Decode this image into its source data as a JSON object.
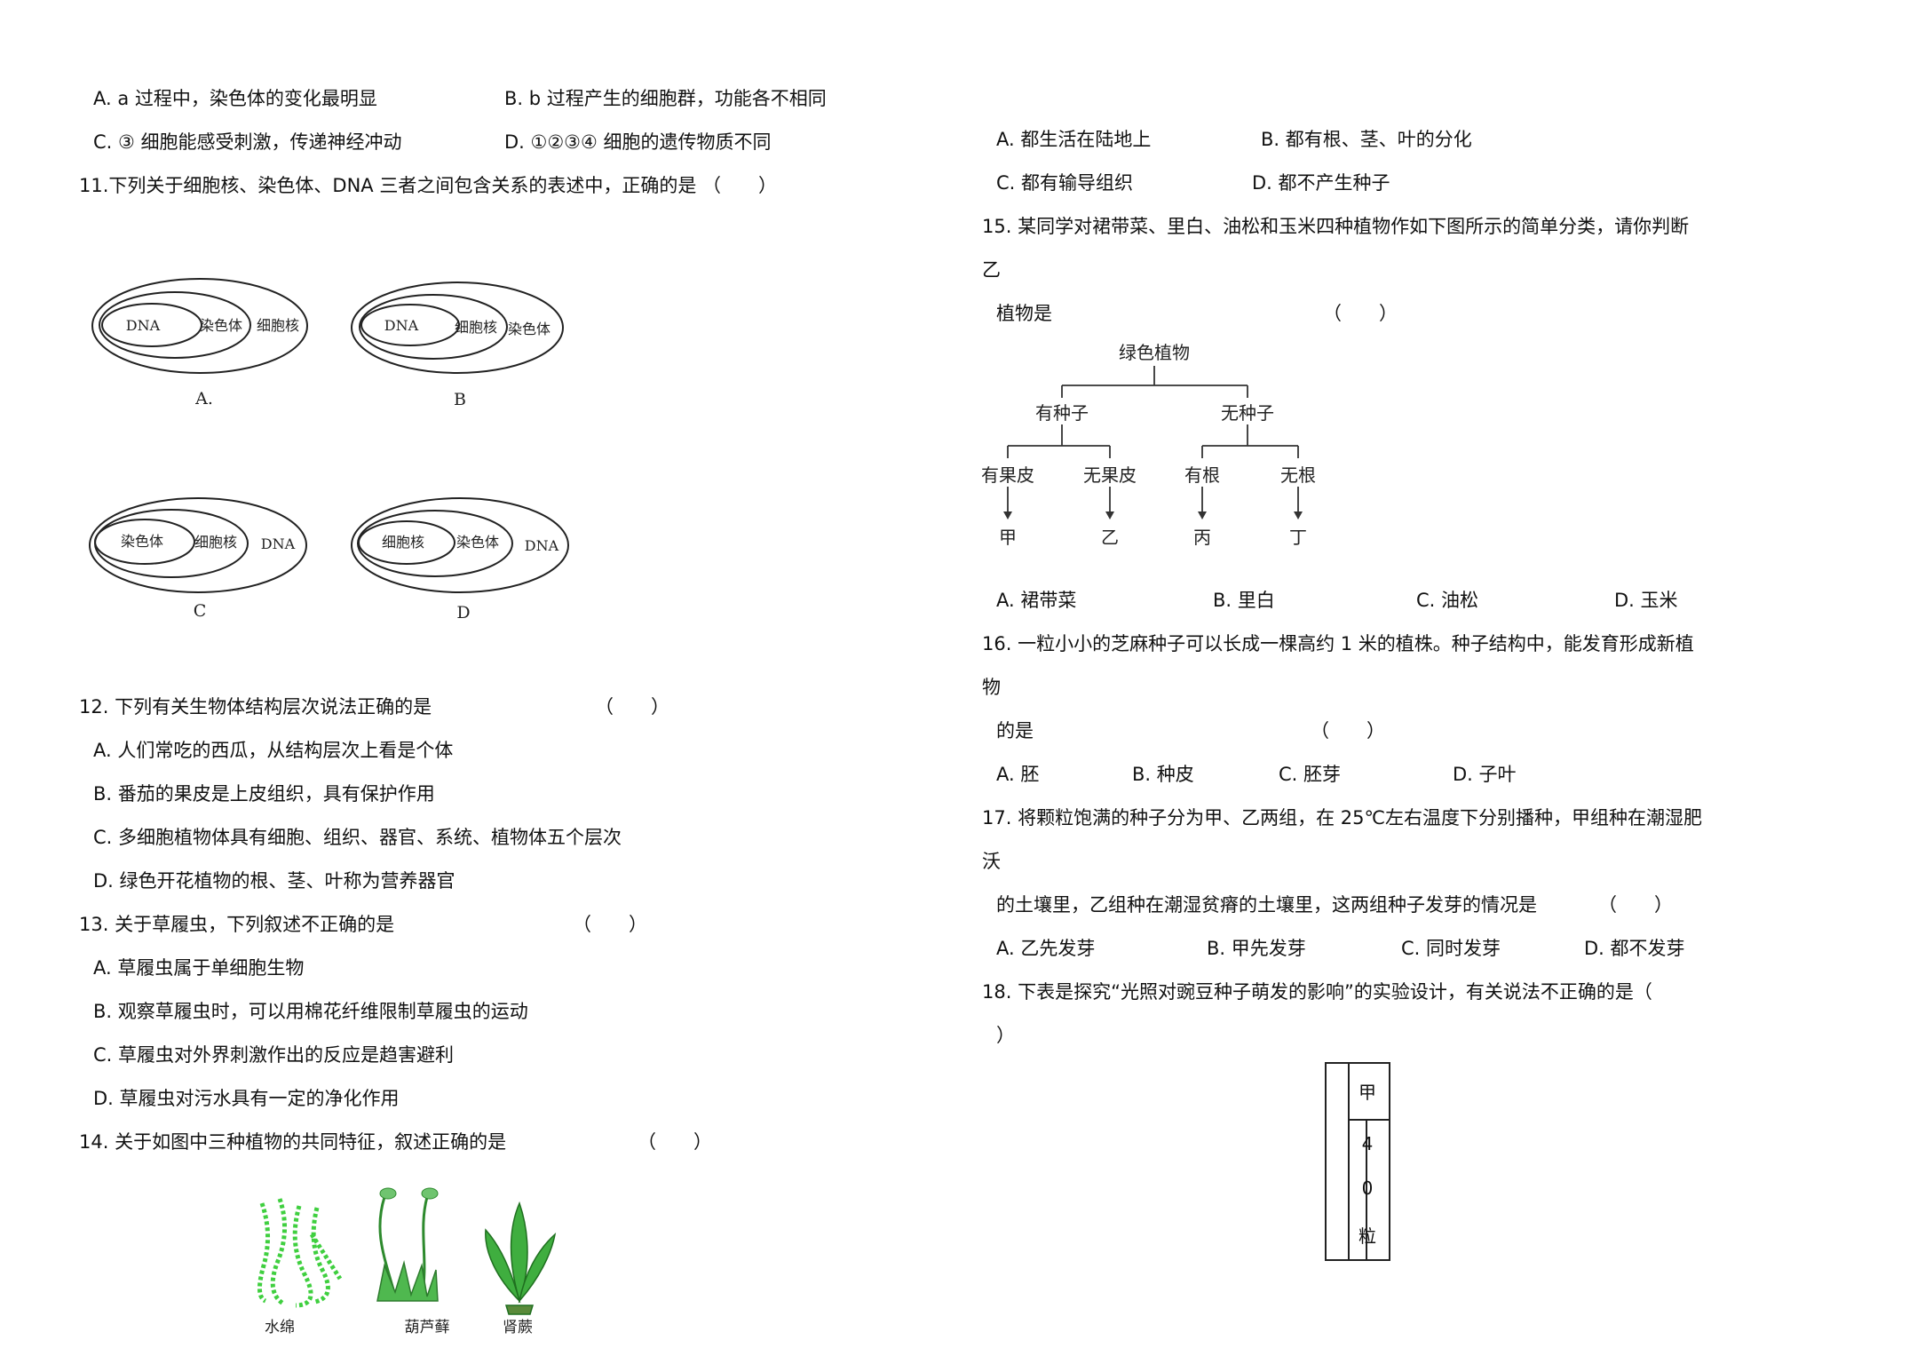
{
  "left_column": {
    "q10_options": {
      "a": "A. a 过程中，染色体的变化最明显",
      "b": "B. b 过程产生的细胞群，功能各不相同",
      "c": "C. ③ 细胞能感受刺激，传递神经冲动",
      "d": "D. ①②③④ 细胞的遗传物质不同"
    },
    "q11": {
      "stem": "11.下列关于细胞核、染色体、DNA 三者之间包含关系的表述中，正确的是 （　　）",
      "diagrams": [
        {
          "label": "A.",
          "inner": "DNA",
          "middle": "染色体",
          "outer": "细胞核"
        },
        {
          "label": "B",
          "inner": "DNA",
          "middle": "细胞核",
          "outer": "染色体"
        },
        {
          "label": "C",
          "inner": "染色体",
          "middle": "细胞核",
          "outer": "DNA"
        },
        {
          "label": "D",
          "inner": "细胞核",
          "middle": "染色体",
          "outer": "DNA"
        }
      ]
    },
    "q12": {
      "stem": "12. 下列有关生物体结构层次说法正确的是",
      "paren": "（　　）",
      "a": "A. 人们常吃的西瓜，从结构层次上看是个体",
      "b": "B. 番茄的果皮是上皮组织，具有保护作用",
      "c": "C. 多细胞植物体具有细胞、组织、器官、系统、植物体五个层次",
      "d": "D. 绿色开花植物的根、茎、叶称为营养器官"
    },
    "q13": {
      "stem": "13. 关于草履虫，下列叙述不正确的是",
      "paren": "（　　）",
      "a": "A. 草履虫属于单细胞生物",
      "b": "B. 观察草履虫时，可以用棉花纤维限制草履虫的运动",
      "c": "C. 草履虫对外界刺激作出的反应是趋害避利",
      "d": "D. 草履虫对污水具有一定的净化作用"
    },
    "q14": {
      "stem": "14. 关于如图中三种植物的共同特征，叙述正确的是",
      "paren": "（　　）",
      "plants": [
        "水绵",
        "葫芦藓",
        "肾蕨"
      ]
    }
  },
  "right_column": {
    "q14_options": {
      "a": "A. 都生活在陆地上",
      "b": "B. 都有根、茎、叶的分化",
      "c": "C. 都有输导组织",
      "d": "D. 都不产生种子"
    },
    "q15": {
      "stem1": "15. 某同学对裙带菜、里白、油松和玉米四种植物作如下图所示的简单分类，请你判断",
      "stem2": "乙",
      "stem3": "植物是",
      "paren": "（　　）",
      "tree": {
        "root": "绿色植物",
        "l1_left": "有种子",
        "l1_right": "无种子",
        "l2": [
          "有果皮",
          "无果皮",
          "有根",
          "无根"
        ],
        "leaves": [
          "甲",
          "乙",
          "丙",
          "丁"
        ]
      },
      "a": "A. 裙带菜",
      "b": "B. 里白",
      "c": "C. 油松",
      "d": "D. 玉米"
    },
    "q16": {
      "stem1": "16. 一粒小小的芝麻种子可以长成一棵高约 1 米的植株。种子结构中，能发育形成新植",
      "stem2": "物",
      "stem3": "的是",
      "paren": "（　　）",
      "a": "A. 胚",
      "b": "B. 种皮",
      "c": "C. 胚芽",
      "d": "D. 子叶"
    },
    "q17": {
      "stem1": "17. 将颗粒饱满的种子分为甲、乙两组，在 25℃左右温度下分别播种，甲组种在潮湿肥",
      "stem2": "沃",
      "stem3": "的土壤里，乙组种在潮湿贫瘠的土壤里，这两组种子发芽的情况是",
      "paren": "（　　）",
      "a": "A. 乙先发芽",
      "b": "B. 甲先发芽",
      "c": "C. 同时发芽",
      "d": "D. 都不发芽"
    },
    "q18": {
      "stem1": "18. 下表是探究“光照对豌豆种子萌发的影响”的实验设计，有关说法不正确的是（",
      "stem2": "）",
      "table_chars": [
        "甲",
        "4",
        "0",
        "粒"
      ]
    }
  }
}
